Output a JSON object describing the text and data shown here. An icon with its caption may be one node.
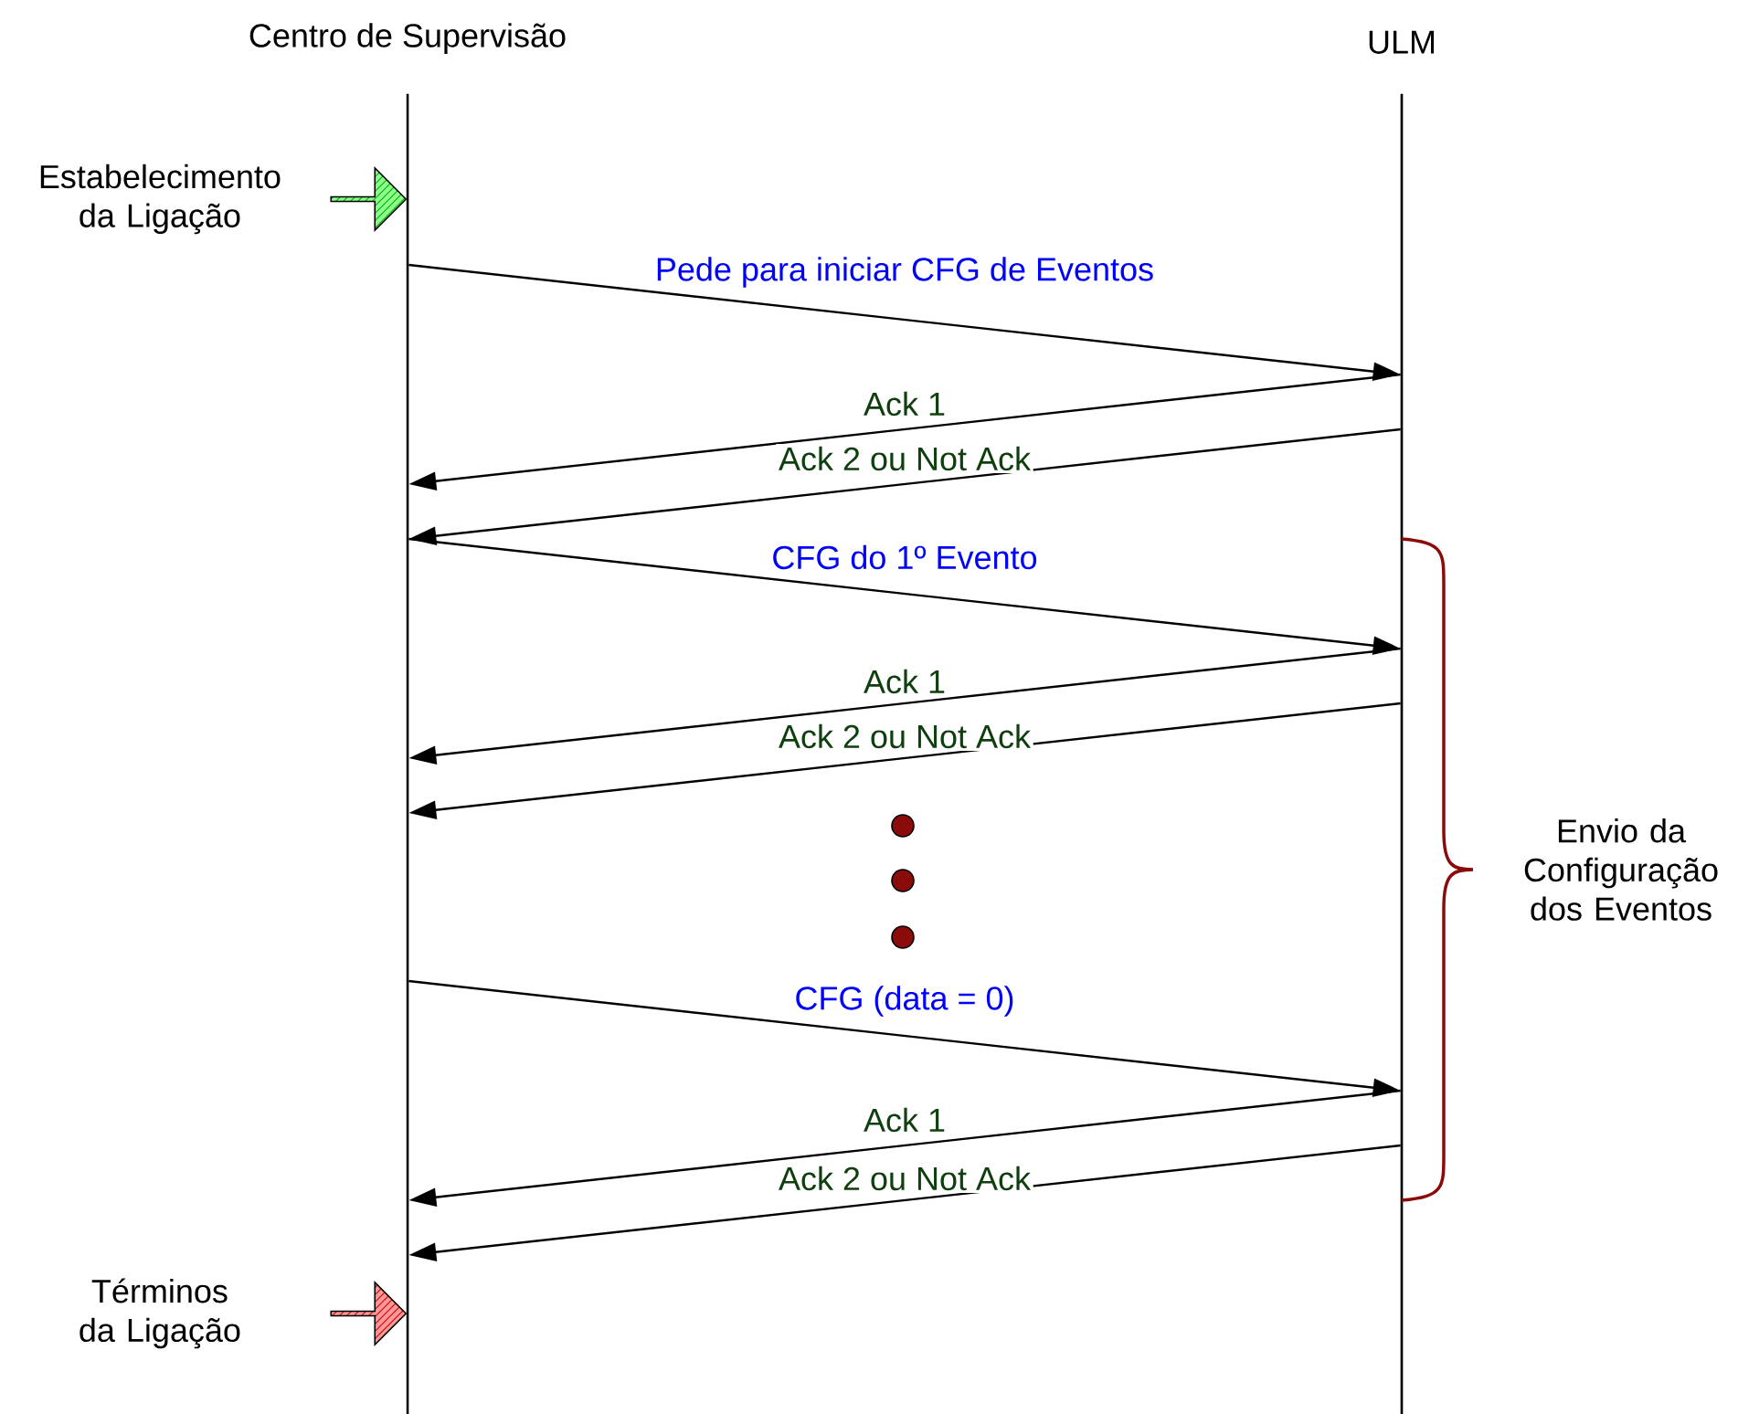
{
  "diagram": {
    "nodes": [
      {
        "text": [
          "Centro de Supervisão"
        ]
      },
      {
        "text": [
          "ULM"
        ]
      },
      {
        "text": [
          "Estabelecimento da Ligação"
        ]
      },
      {
        "text": [
          "Términos da Ligação"
        ]
      }
    ],
    "edges": [
      {
        "from": 0,
        "to": 1,
        "arrow": "to",
        "label": "Pede para iniciar CFG de Eventos"
      },
      {
        "from": 1,
        "to": 0,
        "arrow": "to",
        "label": "Ack 1"
      },
      {
        "from": 1,
        "to": 0,
        "arrow": "to",
        "label": "Ack 2 ou Not Ack"
      },
      {
        "from": 0,
        "to": 1,
        "arrow": "to",
        "label": "CFG do 1º Evento"
      },
      {
        "from": 1,
        "to": 0,
        "arrow": "to",
        "label": "Ack 1"
      },
      {
        "from": 1,
        "to": 0,
        "arrow": "to",
        "label": "Ack 2 ou Not Ack"
      },
      {
        "from": 0,
        "to": 1,
        "arrow": "to",
        "label": "CFG (data = 0)"
      },
      {
        "from": 1,
        "to": 0,
        "arrow": "to",
        "label": "Ack 1"
      },
      {
        "from": 1,
        "to": 0,
        "arrow": "to",
        "label": "Ack 2 ou Not Ack"
      }
    ],
    "labels": [
      "Envio da Configuração dos Eventos"
    ]
  }
}
